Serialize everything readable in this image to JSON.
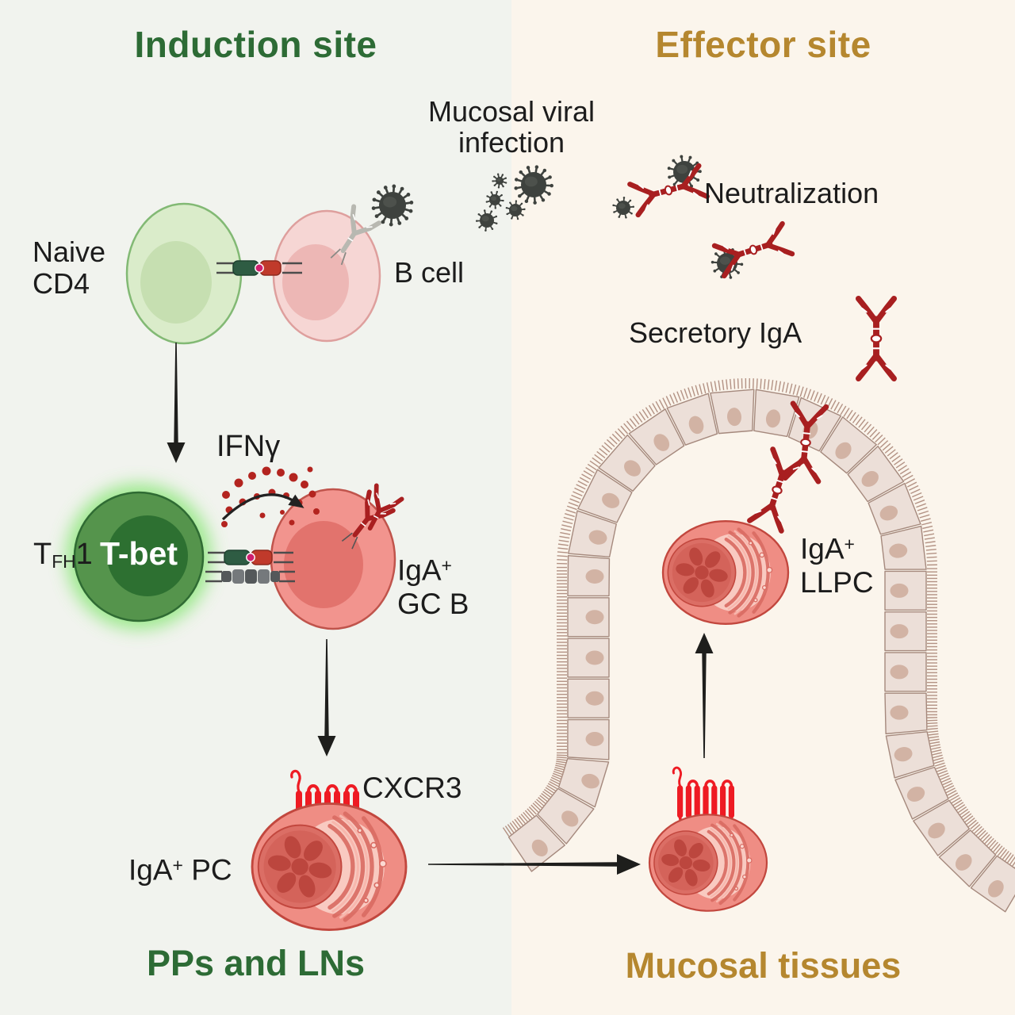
{
  "panels": {
    "induction": {
      "title": "Induction site",
      "footer": "PPs and LNs"
    },
    "effector": {
      "title": "Effector site",
      "footer": "Mucosal tissues"
    }
  },
  "labels": {
    "mucosal_viral_infection": {
      "line1": "Mucosal viral",
      "line2": "infection"
    },
    "naive_cd4": {
      "line1": "Naive",
      "line2": "CD4"
    },
    "b_cell": "B cell",
    "ifn_gamma": "IFNγ",
    "tfh1": {
      "pre": "T",
      "sub": "FH",
      "post": "1"
    },
    "t_bet": "T-bet",
    "iga_gc_b": {
      "pre": "IgA",
      "sup": "+",
      "line2": "GC B"
    },
    "cxcr3": "CXCR3",
    "iga_pc": {
      "pre": "IgA",
      "sup": "+",
      "post": " PC"
    },
    "neutralization": "Neutralization",
    "secretory_iga": "Secretory IgA",
    "iga_llpc": {
      "pre": "IgA",
      "sup": "+",
      "line2": "LLPC"
    }
  },
  "icons": {
    "virus": "virus-particle-icon",
    "iga_dimer": "dimeric-iga-antibody-icon",
    "bcr": "b-cell-receptor-icon",
    "cxcr3_receptor": "seven-transmembrane-receptor-icon",
    "tcr_mhc": "tcr-mhc-interaction-icon",
    "costim": "costimulatory-pair-icon",
    "plasma_cell": "plasma-cell-icon",
    "epithelium": "mucosal-epithelium-icon"
  },
  "colors": {
    "bg_left": "#f1f3ee",
    "bg_right": "#fbf5ec",
    "induction_green": "#2d6b35",
    "effector_gold": "#b5872f",
    "text_dark": "#1c1c1c",
    "arrow_dark": "#1e1e1c",
    "antibody_red": "#a81f20",
    "receptor_red": "#ee1b23",
    "virus_dark": "#3e423e",
    "ifng_dot": "#b3241f",
    "tbet_fill": "#55944c",
    "tbet_nucleus": "#2d7031",
    "tbet_glow": "#86e673",
    "naive_fill": "#daecca",
    "naive_border": "#82b974",
    "bcell_fill": "#f6d6d4",
    "gcb_fill": "#f2948e",
    "plasma_body": "#ef8d84",
    "epithelium_fill": "#ecdfd8",
    "epithelium_border": "#a5897d"
  }
}
